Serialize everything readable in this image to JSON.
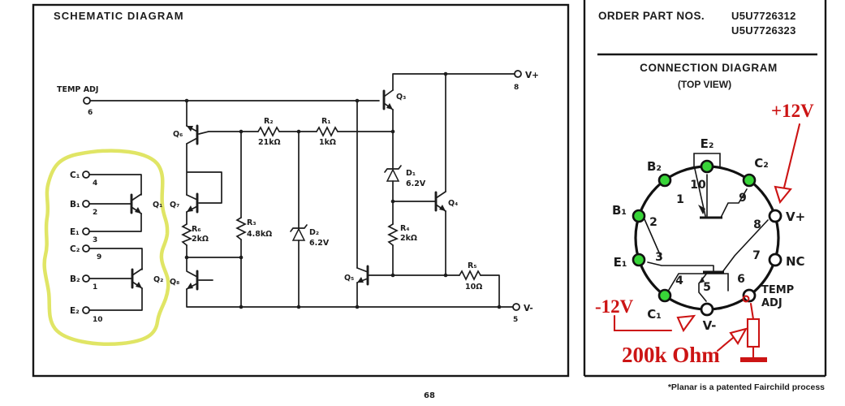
{
  "page": {
    "page_number": "68",
    "footnote": "*Planar is a patented Fairchild process"
  },
  "schematic": {
    "title": "SCHEMATIC DIAGRAM",
    "temp_adj": {
      "label": "TEMP ADJ",
      "pin": "6"
    },
    "left_pins": [
      {
        "label": "C₁",
        "pin": "4"
      },
      {
        "label": "B₁",
        "pin": "2"
      },
      {
        "label": "E₁",
        "pin": "3"
      },
      {
        "label": "C₂",
        "pin": "9"
      },
      {
        "label": "B₂",
        "pin": "1"
      },
      {
        "label": "E₂",
        "pin": "10"
      }
    ],
    "transistors": {
      "q1": "Q₁",
      "q2": "Q₂",
      "q3": "Q₃",
      "q4": "Q₄",
      "q5": "Q₅",
      "q6": "Q₆",
      "q7": "Q₇",
      "q8": "Q₈"
    },
    "components": {
      "r1": {
        "name": "R₁",
        "value": "1kΩ"
      },
      "r2": {
        "name": "R₂",
        "value": "21kΩ"
      },
      "r3": {
        "name": "R₃",
        "value": "4.8kΩ"
      },
      "r4": {
        "name": "R₄",
        "value": "2kΩ"
      },
      "r5": {
        "name": "R₅",
        "value": "10Ω"
      },
      "r6": {
        "name": "R₆",
        "value": "2kΩ"
      },
      "d1": {
        "name": "D₁",
        "value": "6.2V"
      },
      "d2": {
        "name": "D₂",
        "value": "6.2V"
      }
    },
    "vplus": {
      "label": "V+",
      "pin": "8"
    },
    "vminus": {
      "label": "V-",
      "pin": "5"
    }
  },
  "order": {
    "heading": "ORDER PART NOS.",
    "part_numbers": [
      "U5U7726312",
      "U5U7726323"
    ]
  },
  "connection": {
    "title": "CONNECTION DIAGRAM",
    "subtitle": "(TOP VIEW)",
    "pins": [
      {
        "number": "10",
        "label": "E₂",
        "green": true
      },
      {
        "number": "9",
        "label": "C₂",
        "green": true
      },
      {
        "number": "8",
        "label": "V+",
        "green": false
      },
      {
        "number": "7",
        "label": "NC",
        "green": false
      },
      {
        "number": "6",
        "label": "TEMP ADJ",
        "green": false
      },
      {
        "number": "5",
        "label": "V-",
        "green": false
      },
      {
        "number": "4",
        "label": "C₁",
        "green": true
      },
      {
        "number": "3",
        "label": "E₁",
        "green": true
      },
      {
        "number": "2",
        "label": "B₁",
        "green": true
      },
      {
        "number": "1",
        "label": "B₂",
        "green": true
      }
    ],
    "temp_adj_lines": [
      "TEMP",
      "ADJ"
    ]
  },
  "annotations": {
    "plus_supply": "+12V",
    "minus_supply": "-12V",
    "resistor_value": "200k Ohm"
  },
  "colors": {
    "ink": "#1c1c1c",
    "annotation_red": "#cc1414",
    "pin_green": "#38d438",
    "highlight_yellow": "#dbe04a"
  }
}
